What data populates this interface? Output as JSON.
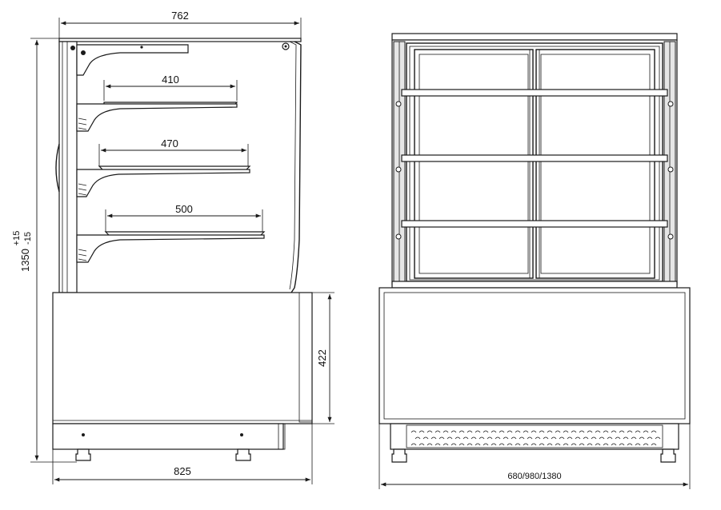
{
  "side_view": {
    "width_top": "762",
    "shelf_1": "410",
    "shelf_2": "470",
    "shelf_3": "500",
    "height_total_main": "1350",
    "height_total_tol": "+15\n-15",
    "height_base": "422",
    "width_base": "825"
  },
  "front_view": {
    "width_options": "680/980/1380"
  }
}
